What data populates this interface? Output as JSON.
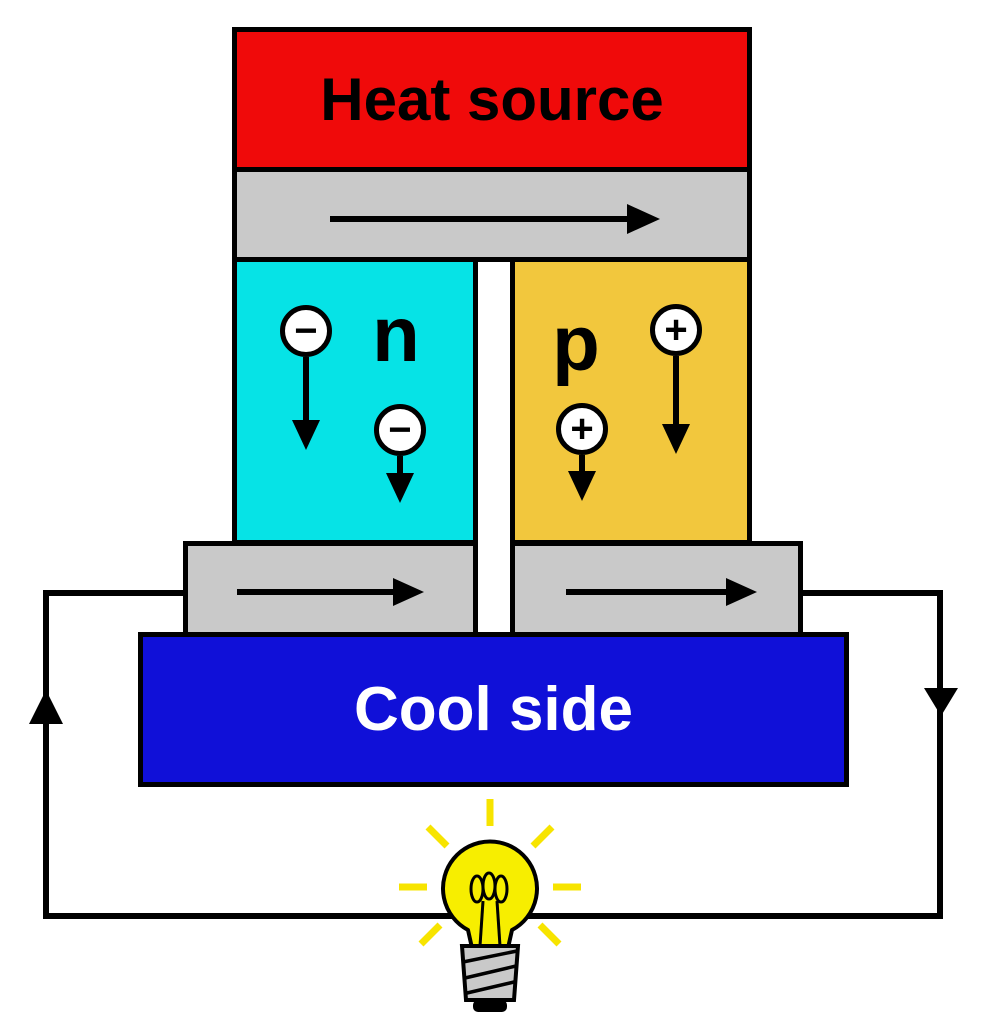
{
  "blocks": {
    "heat_source": {
      "label": "Heat source",
      "color": "#f00a0a",
      "text_color": "#000000"
    },
    "top_conductor": {
      "color": "#c9c9c9"
    },
    "n_type": {
      "label": "n",
      "color": "#06e3e6",
      "carrier_symbol": "−"
    },
    "p_type": {
      "label": "p",
      "color": "#f2c73d",
      "carrier_symbol": "+"
    },
    "bottom_conductor_left": {
      "color": "#c9c9c9"
    },
    "bottom_conductor_right": {
      "color": "#c9c9c9"
    },
    "cool_side": {
      "label": "Cool side",
      "color": "#1010d8",
      "text_color": "#ffffff"
    }
  },
  "circuit": {
    "wire_color": "#000000",
    "bulb": {
      "glass_color": "#f7ee00",
      "ray_color": "#f7e400",
      "base_color": "#c9c9c9",
      "tip_color": "#000000"
    }
  },
  "icons": {
    "heat_flow": "arrow-right-icon",
    "charge_flow_bottom": "arrow-right-icon",
    "electron_motion": "arrow-down-icon",
    "hole_motion": "arrow-down-icon",
    "current_left_wire": "arrow-up-icon",
    "current_right_wire": "arrow-down-icon",
    "load": "light-bulb-icon"
  }
}
